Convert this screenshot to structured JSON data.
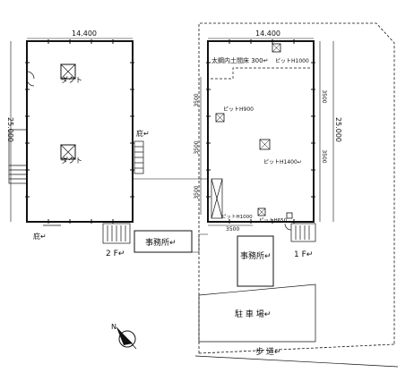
{
  "floor2": {
    "dim_top": "14.400",
    "dim_left": "25.000",
    "rooms": [
      "ダクト",
      "ダクト"
    ],
    "label_niwa_right": "庇↵",
    "label_niwa_bottom": "庇↵",
    "floor_label": "2 F↵",
    "office_label": "事務所↵"
  },
  "floor1": {
    "dim_top": "14.400",
    "dim_right": "25.000",
    "seg_left": [
      "3500",
      "3500",
      "3500"
    ],
    "seg_right": [
      "3500",
      "3500"
    ],
    "seg_bottom": "3500",
    "annot_top": "太鋼内土間床 300↵",
    "annot_pit_top": "ピットH1000",
    "annot_pit_left": "ピットH900",
    "annot_pit_center": "ピットH1400↵",
    "annot_pit_bottom1": "ピットH1000",
    "annot_pit_bottom2": "ピットH650",
    "floor_label": "1 F↵",
    "office_label": "事務所↵",
    "parking_label": "駐 車 場↵"
  },
  "site": {
    "sidewalk_label": "歩 道↵",
    "north_label": "N"
  },
  "colors": {
    "line": "#111111",
    "background": "#ffffff"
  }
}
